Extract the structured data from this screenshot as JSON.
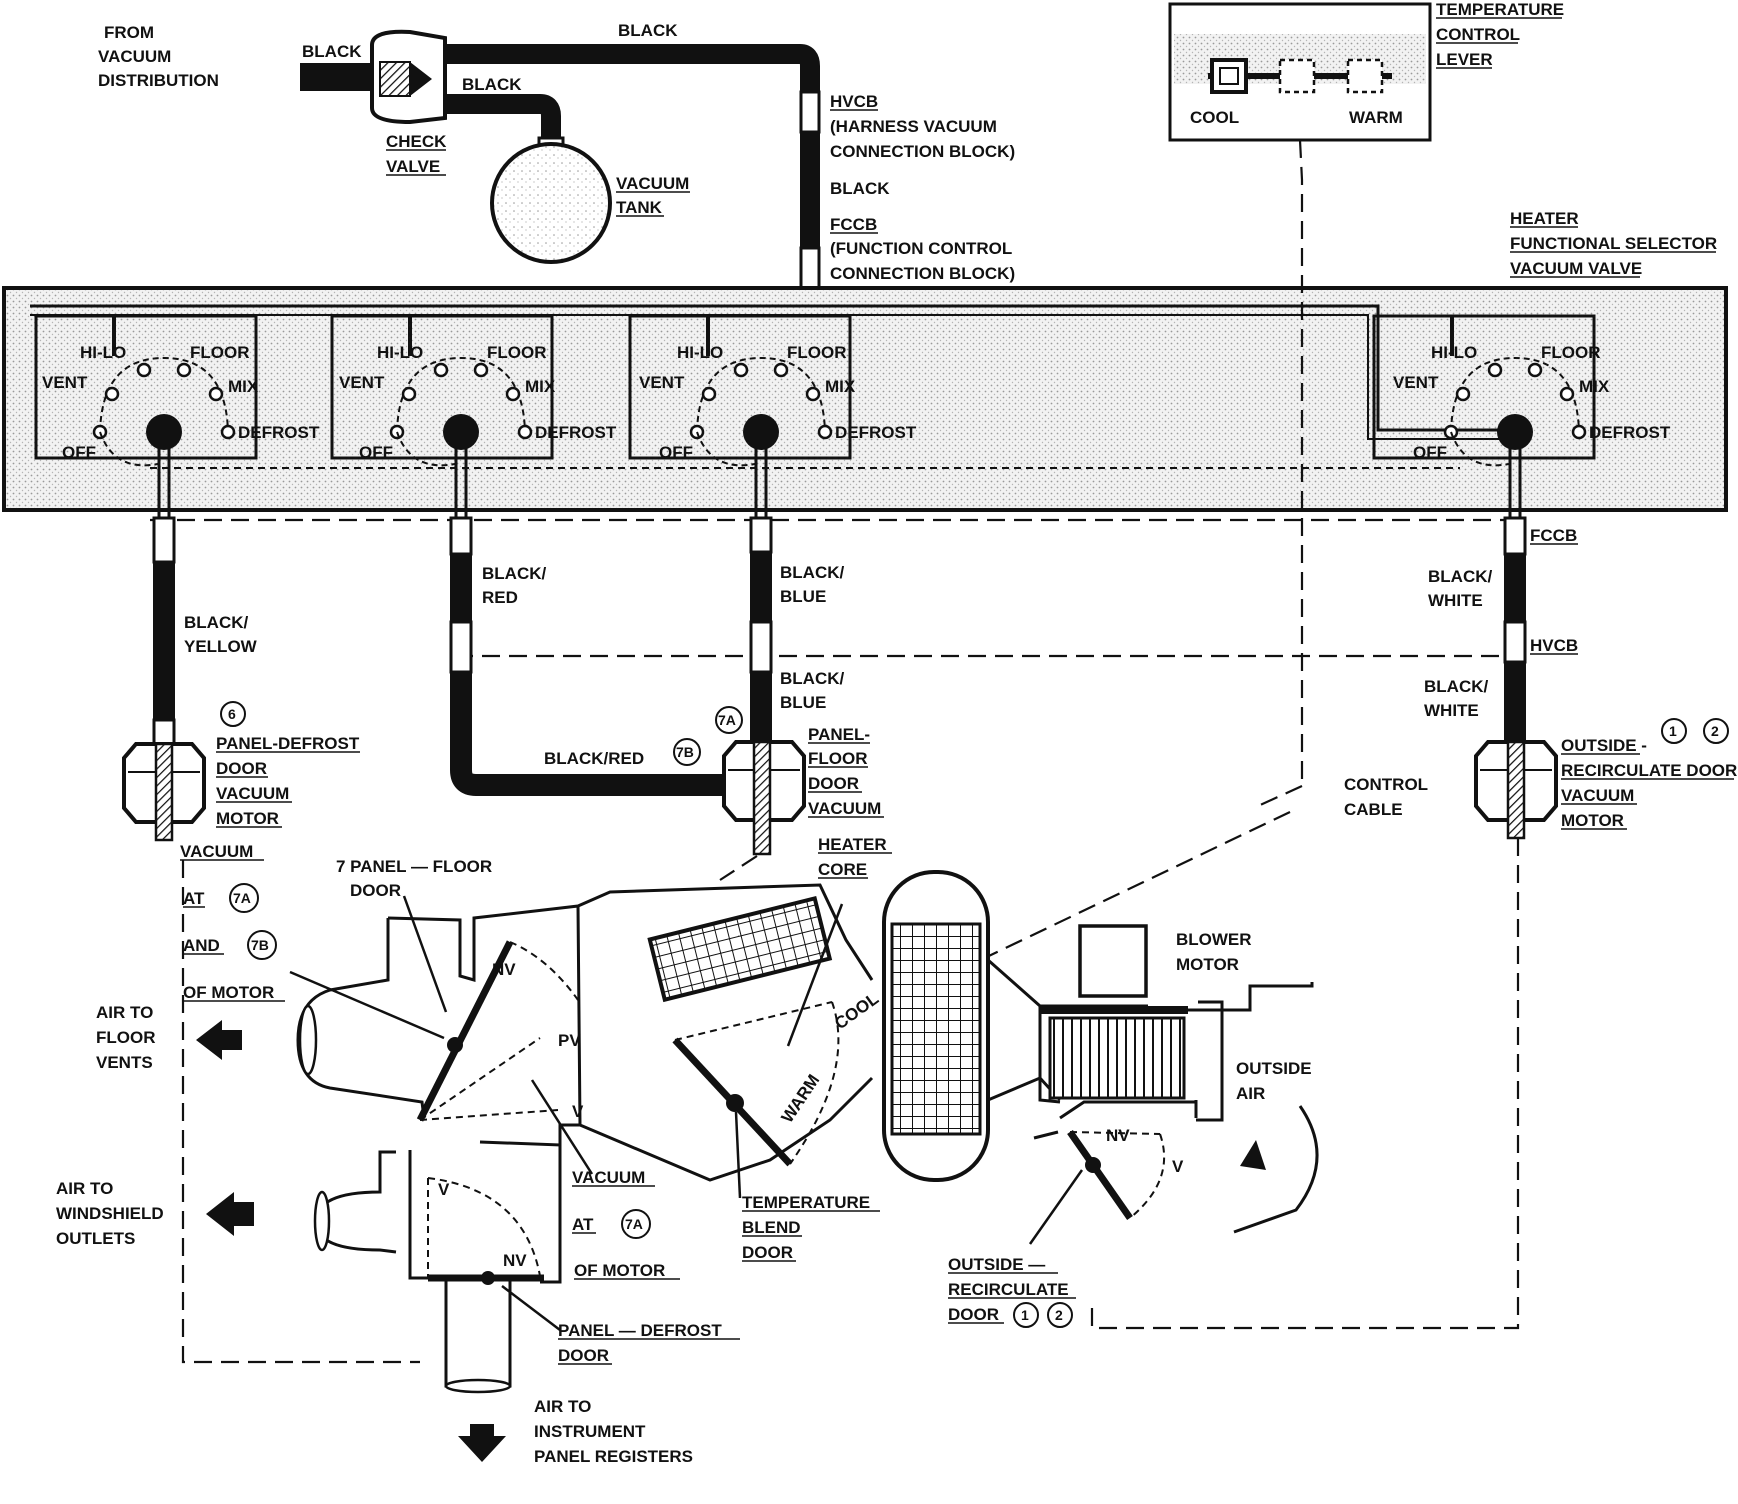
{
  "colors": {
    "ink": "#111111",
    "panel": "#ebebeb",
    "paper": "#ffffff"
  },
  "source": {
    "from_lines": [
      "FROM",
      "VACUUM",
      "DISTRIBUTION"
    ],
    "inlet_hose": "BLACK",
    "hose_top": "BLACK",
    "hose_tank": "BLACK",
    "check_valve": [
      "CHECK",
      "VALVE"
    ],
    "vacuum_tank": [
      "VACUUM",
      "TANK"
    ]
  },
  "supply": {
    "hvcb": [
      "HVCB",
      "(HARNESS VACUUM",
      "CONNECTION BLOCK)"
    ],
    "mid_hose": "BLACK",
    "fccb": [
      "FCCB",
      "(FUNCTION CONTROL",
      "CONNECTION BLOCK)"
    ]
  },
  "temp_lever": {
    "title": [
      "TEMPERATURE",
      "CONTROL",
      "LEVER"
    ],
    "cool": "COOL",
    "warm": "WARM"
  },
  "selector_title": [
    "HEATER",
    "FUNCTIONAL SELECTOR",
    "VACUUM VALVE"
  ],
  "selectors": [
    {
      "hilo": "HI-LO",
      "vent": "VENT",
      "floor": "FLOOR",
      "mix": "MIX",
      "defrost": "DEFROST",
      "off": "OFF"
    },
    {
      "hilo": "HI-LO",
      "vent": "VENT",
      "floor": "FLOOR",
      "mix": "MIX",
      "defrost": "DEFROST",
      "off": "OFF"
    },
    {
      "hilo": "HI-LO",
      "vent": "VENT",
      "floor": "FLOOR",
      "mix": "MIX",
      "defrost": "DEFROST",
      "off": "OFF"
    },
    {
      "hilo": "HI-LO",
      "vent": "VENT",
      "floor": "FLOOR",
      "mix": "MIX",
      "defrost": "DEFROST",
      "off": "OFF"
    }
  ],
  "hoses": {
    "black_yellow": [
      "BLACK/",
      "YELLOW"
    ],
    "black_red": [
      "BLACK/",
      "RED"
    ],
    "black_red_run": "BLACK/RED",
    "black_blue_top": [
      "BLACK/",
      "BLUE"
    ],
    "black_blue_bottom": [
      "BLACK/",
      "BLUE"
    ],
    "black_white_top": [
      "BLACK/",
      "WHITE"
    ],
    "black_white_bottom": [
      "BLACK/",
      "WHITE"
    ],
    "fccb_right": "FCCB",
    "hvcb_right": "HVCB"
  },
  "motors": {
    "panel_defrost": {
      "num": "6",
      "label": [
        "PANEL-DEFROST",
        "DOOR",
        "VACUUM",
        "MOTOR"
      ]
    },
    "panel_floor": {
      "num_a": "7A",
      "num_b": "7B",
      "label": [
        "PANEL-",
        "FLOOR",
        "DOOR",
        "VACUUM"
      ]
    },
    "outside_recirc": {
      "num_1": "1",
      "num_2": "2",
      "label": [
        "OUTSIDE -",
        "RECIRCULATE DOOR",
        "VACUUM",
        "MOTOR"
      ]
    }
  },
  "control_cable": [
    "CONTROL",
    "CABLE"
  ],
  "vacuum_note_1": {
    "vacuum": "VACUUM",
    "at": "AT",
    "n1": "7A",
    "and": "AND",
    "n2": "7B",
    "of_motor": "OF MOTOR"
  },
  "vacuum_note_2": {
    "vacuum": "VACUUM",
    "at": "AT",
    "n1": "7A",
    "of_motor": "OF MOTOR"
  },
  "doors": {
    "panel_floor_door": [
      "7 PANEL — FLOOR",
      "DOOR"
    ],
    "nv": "NV",
    "pv": "PV",
    "v": "V",
    "temp_blend": [
      "TEMPERATURE",
      "BLEND",
      "DOOR"
    ],
    "cool": "COOL",
    "warm": "WARM",
    "heater_core": [
      "HEATER",
      "CORE"
    ],
    "blower_motor": [
      "BLOWER",
      "MOTOR"
    ],
    "outside_air": [
      "OUTSIDE",
      "AIR"
    ],
    "outside_recirc_door": [
      "OUTSIDE —",
      "RECIRCULATE",
      "DOOR"
    ],
    "recirc_n1": "1",
    "recirc_n2": "2",
    "panel_defrost_door": [
      "PANEL — DEFROST",
      "DOOR"
    ]
  },
  "outputs": {
    "floor": [
      "AIR TO",
      "FLOOR",
      "VENTS"
    ],
    "windshield": [
      "AIR TO",
      "WINDSHIELD",
      "OUTLETS"
    ],
    "registers": [
      "AIR TO",
      "INSTRUMENT",
      "PANEL REGISTERS"
    ]
  }
}
